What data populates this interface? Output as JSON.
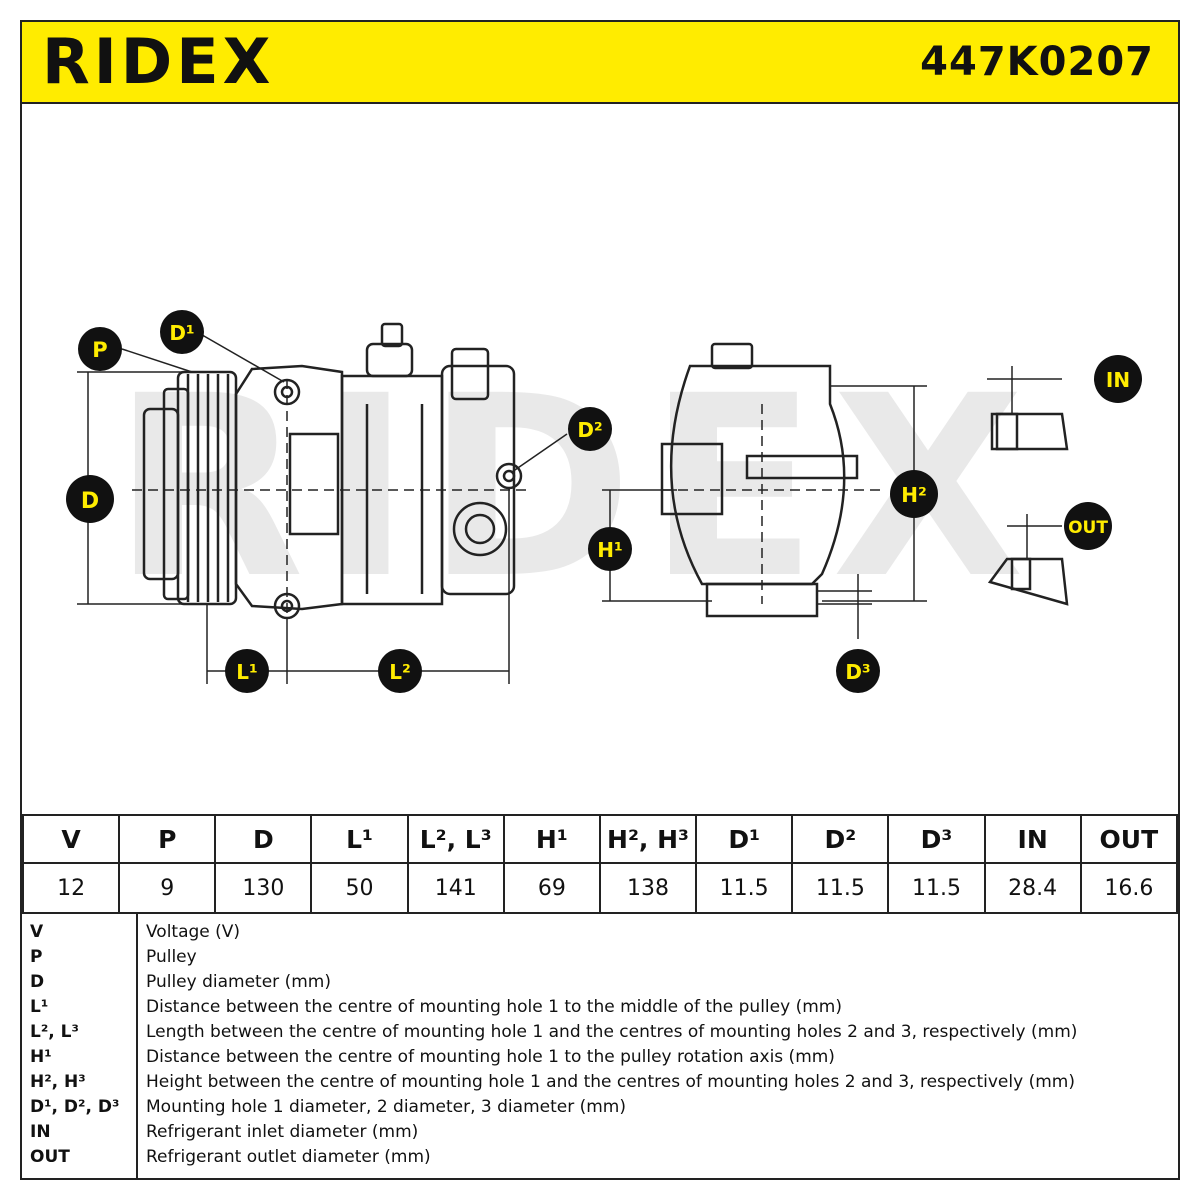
{
  "header": {
    "brand": "RIDEX",
    "part_number": "447K0207",
    "background_color": "#ffec00"
  },
  "drawing": {
    "watermark": "RIDEX",
    "callouts": {
      "P": "P",
      "D": "D",
      "D1": "D¹",
      "D2": "D²",
      "D3": "D³",
      "L1": "L¹",
      "L2": "L²",
      "H1": "H¹",
      "H2": "H²",
      "IN": "IN",
      "OUT": "OUT"
    }
  },
  "spec_table": {
    "headers": [
      "V",
      "P",
      "D",
      "L¹",
      "L², L³",
      "H¹",
      "H², H³",
      "D¹",
      "D²",
      "D³",
      "IN",
      "OUT"
    ],
    "values": [
      "12",
      "9",
      "130",
      "50",
      "141",
      "69",
      "138",
      "11.5",
      "11.5",
      "11.5",
      "28.4",
      "16.6"
    ]
  },
  "legend": [
    {
      "code": "V",
      "desc": "Voltage (V)"
    },
    {
      "code": "P",
      "desc": "Pulley"
    },
    {
      "code": "D",
      "desc": "Pulley diameter (mm)"
    },
    {
      "code": "L¹",
      "desc": "Distance between the centre of mounting hole 1 to the middle of the pulley (mm)"
    },
    {
      "code": "L², L³",
      "desc": "Length between the centre of mounting hole 1 and the centres of mounting holes 2 and 3, respectively (mm)"
    },
    {
      "code": "H¹",
      "desc": "Distance between the centre of mounting hole 1 to the pulley rotation axis (mm)"
    },
    {
      "code": "H², H³",
      "desc": "Height between the centre of mounting hole 1 and the centres of mounting holes 2 and 3, respectively (mm)"
    },
    {
      "code": "D¹, D², D³",
      "desc": "Mounting hole 1 diameter, 2 diameter, 3 diameter (mm)"
    },
    {
      "code": "IN",
      "desc": "Refrigerant inlet diameter (mm)"
    },
    {
      "code": "OUT",
      "desc": "Refrigerant outlet diameter (mm)"
    }
  ]
}
